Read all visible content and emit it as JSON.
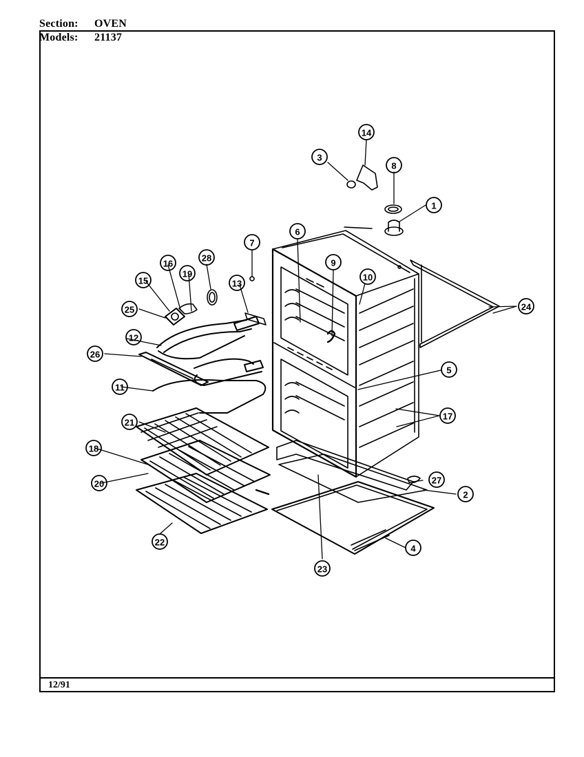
{
  "header": {
    "section_label": "Section:",
    "section_value": "OVEN",
    "models_label": "Models:",
    "models_value": "21137"
  },
  "footer": {
    "date": "12/91"
  },
  "callouts": [
    {
      "id": "1",
      "label": "1"
    },
    {
      "id": "2",
      "label": "2"
    },
    {
      "id": "3",
      "label": "3"
    },
    {
      "id": "4",
      "label": "4"
    },
    {
      "id": "5",
      "label": "5"
    },
    {
      "id": "6",
      "label": "6"
    },
    {
      "id": "7",
      "label": "7"
    },
    {
      "id": "8",
      "label": "8"
    },
    {
      "id": "9",
      "label": "9"
    },
    {
      "id": "10",
      "label": "10"
    },
    {
      "id": "11",
      "label": "11"
    },
    {
      "id": "12",
      "label": "12"
    },
    {
      "id": "13",
      "label": "13"
    },
    {
      "id": "14",
      "label": "14"
    },
    {
      "id": "15",
      "label": "15"
    },
    {
      "id": "16",
      "label": "16"
    },
    {
      "id": "17",
      "label": "17"
    },
    {
      "id": "18",
      "label": "18"
    },
    {
      "id": "19",
      "label": "19"
    },
    {
      "id": "20",
      "label": "20"
    },
    {
      "id": "21",
      "label": "21"
    },
    {
      "id": "22",
      "label": "22"
    },
    {
      "id": "23",
      "label": "23"
    },
    {
      "id": "24",
      "label": "24"
    },
    {
      "id": "25",
      "label": "25"
    },
    {
      "id": "26",
      "label": "26"
    },
    {
      "id": "27",
      "label": "27"
    },
    {
      "id": "28",
      "label": "28"
    }
  ]
}
